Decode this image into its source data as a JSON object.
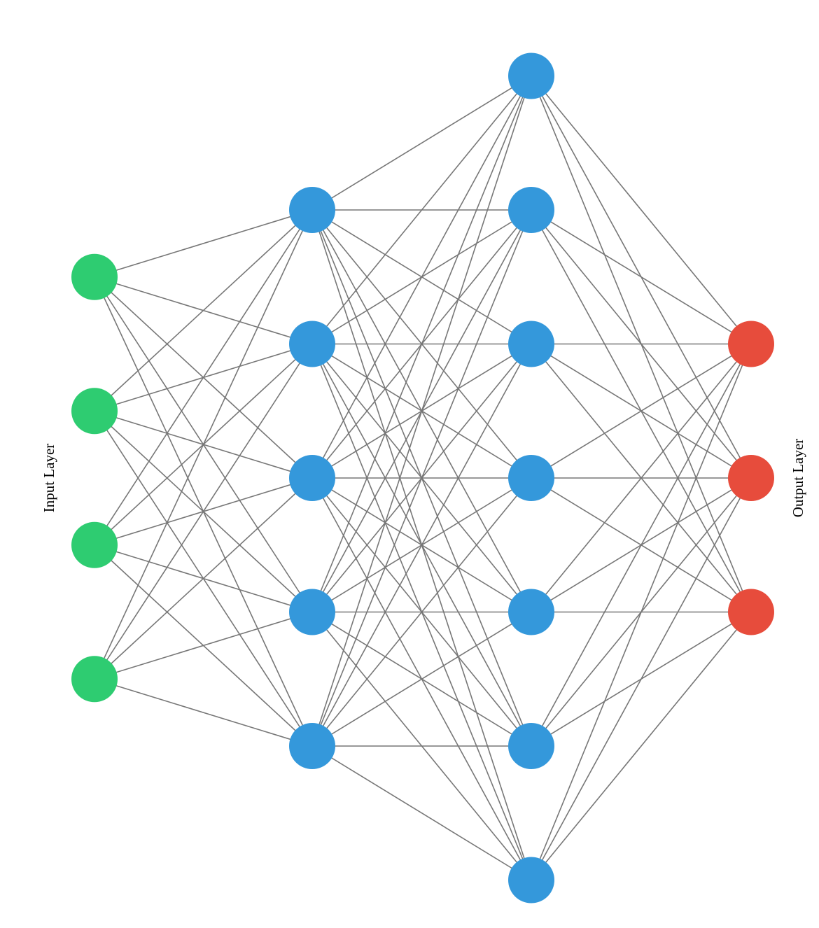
{
  "labels": {
    "input": "Input Layer",
    "output": "Output Layer"
  },
  "network": {
    "connectivity": "fully-connected",
    "layers": [
      {
        "role": "input",
        "nodes": 4,
        "color": "#2ecc71"
      },
      {
        "role": "hidden",
        "nodes": 5,
        "color": "#3498db"
      },
      {
        "role": "hidden",
        "nodes": 7,
        "color": "#3498db"
      },
      {
        "role": "output",
        "nodes": 3,
        "color": "#e74c3c"
      }
    ]
  },
  "colors": {
    "edge": "#777777",
    "label": "#000000",
    "background": "#ffffff"
  }
}
